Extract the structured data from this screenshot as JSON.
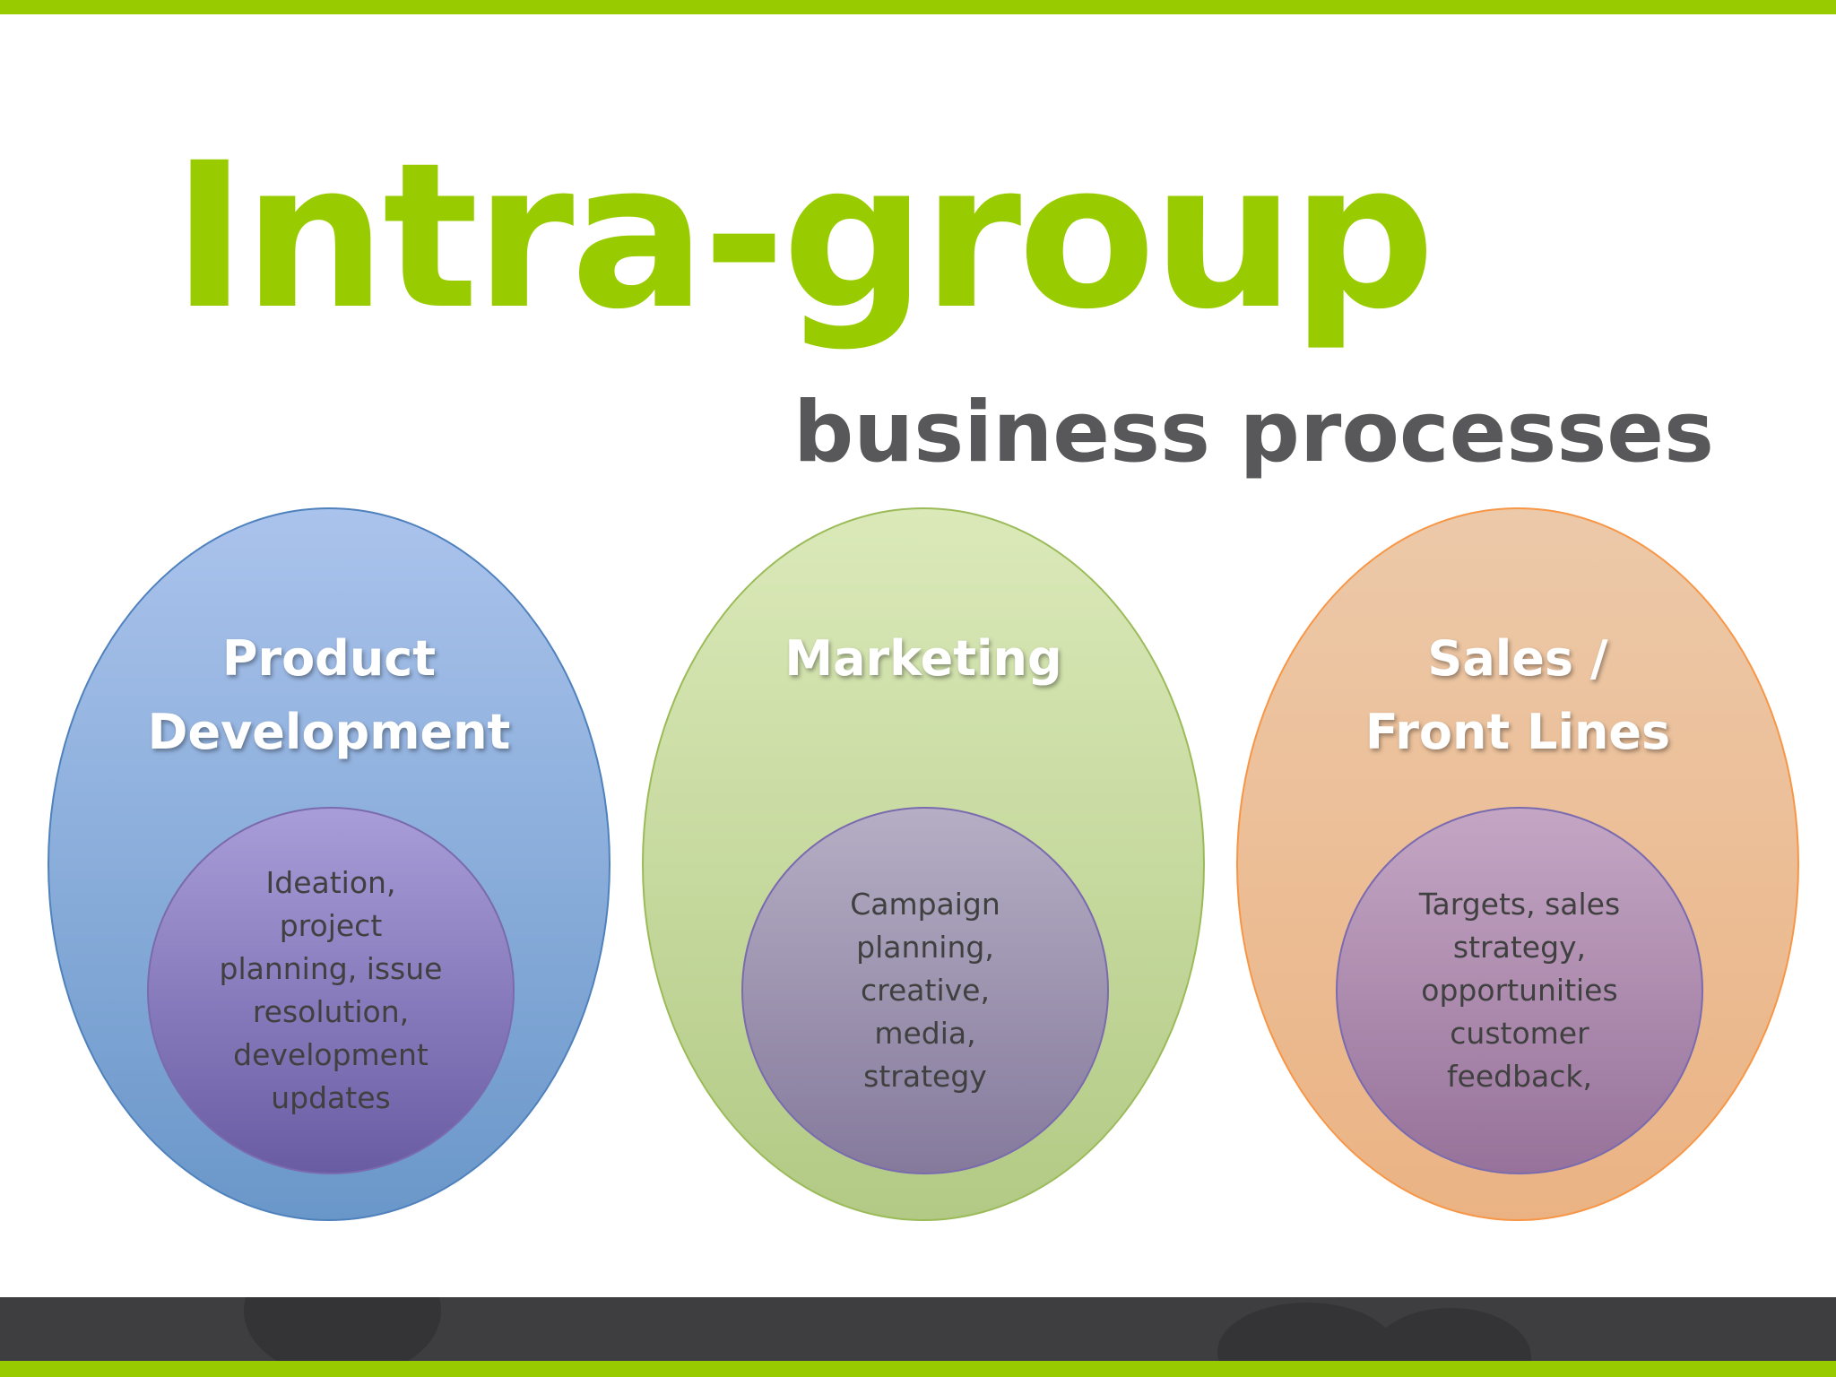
{
  "title": "Intra-group",
  "subtitle": "business processes",
  "colors": {
    "accent": "#99cc00",
    "subtitle": "#58585a",
    "footer": "#3e3e40"
  },
  "groups": [
    {
      "label_lines": [
        "Product",
        "Development"
      ],
      "details_lines": [
        "Ideation,",
        "project",
        "planning, issue",
        "resolution,",
        "development",
        "updates"
      ]
    },
    {
      "label_lines": [
        "Marketing"
      ],
      "details_lines": [
        "Campaign",
        "planning,",
        "creative,",
        "media,",
        "strategy"
      ]
    },
    {
      "label_lines": [
        "Sales /",
        "Front Lines"
      ],
      "details_lines": [
        "Targets, sales",
        "strategy,",
        "opportunities",
        "customer",
        "feedback,"
      ]
    }
  ]
}
